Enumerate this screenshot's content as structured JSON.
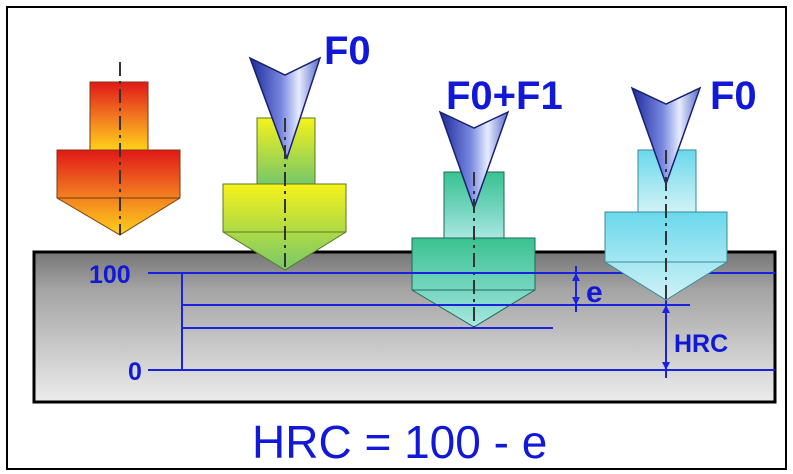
{
  "colors": {
    "frame": "#000000",
    "scale_lines": "#1a22e0",
    "label_text": "#1218d8",
    "specimen_top": "#7a7a7a",
    "specimen_bottom": "#e6e6e6"
  },
  "labels": {
    "load_preliminary": "F0",
    "load_total": "F0+F1",
    "load_preliminary_again": "F0",
    "scale_top": "100",
    "scale_bottom": "0",
    "depth_symbol": "e",
    "hardness_symbol": "HRC"
  },
  "formula": "HRC = 100 - e",
  "indenter_fill_colors": [
    "#f26a1e",
    "#c2e045",
    "#5fd0a8",
    "#9be4ee"
  ]
}
